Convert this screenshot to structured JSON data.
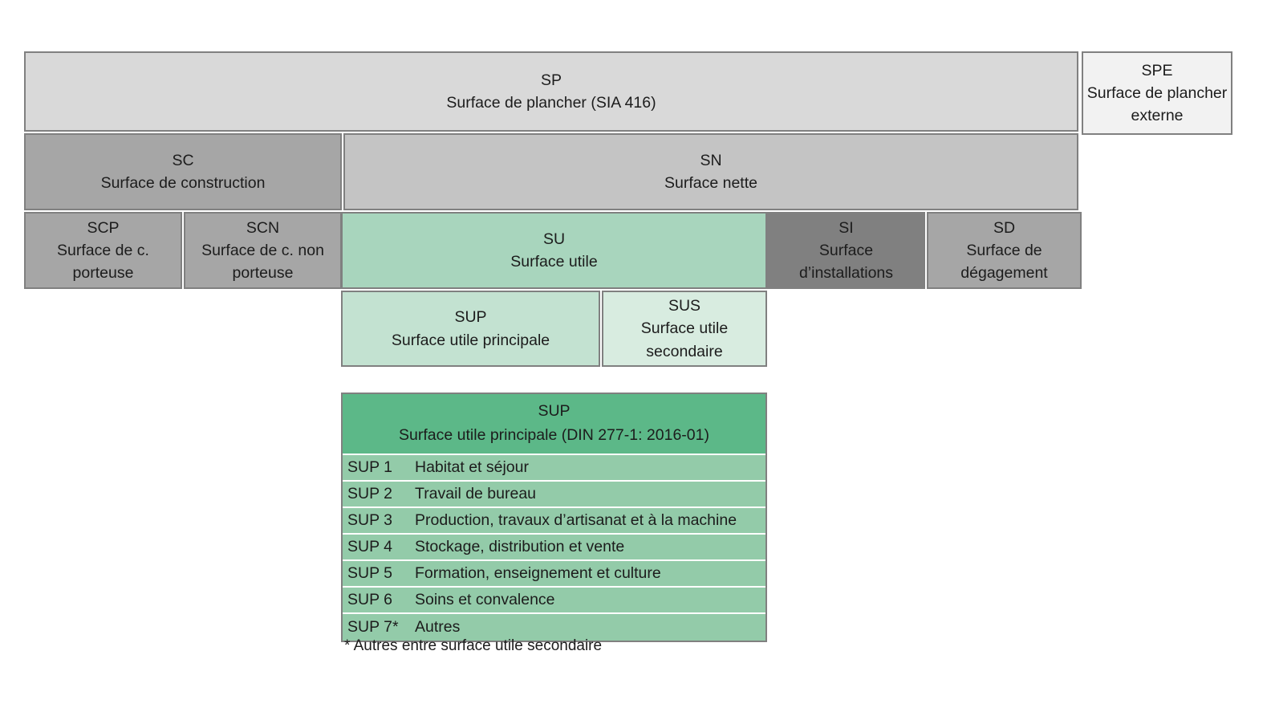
{
  "diagram": {
    "title_implicit": "Hiérarchie des surfaces SIA 416 / DIN 277-1",
    "colors": {
      "sp": "#d9d9d9",
      "spe": "#f2f2f2",
      "sc": "#a6a6a6",
      "sn": "#c4c4c4",
      "su": "#a8d5bd",
      "si": "#808080",
      "sd": "#a6a6a6",
      "sup": "#c3e2d1",
      "sus": "#d8ece0",
      "table_header_green": "#5cb888",
      "table_row_green": "#93cba9",
      "border": "#808080"
    },
    "boxes": [
      {
        "key": "sp",
        "code": "SP",
        "label": "Surface de plancher (SIA 416)"
      },
      {
        "key": "spe",
        "code": "SPE",
        "label": "Surface de plancher externe"
      },
      {
        "key": "sc",
        "code": "SC",
        "label": "Surface de construction"
      },
      {
        "key": "sn",
        "code": "SN",
        "label": "Surface nette"
      },
      {
        "key": "scp",
        "code": "SCP",
        "label": "Surface de c. porteuse"
      },
      {
        "key": "scn",
        "code": "SCN",
        "label": "Surface de c. non porteuse"
      },
      {
        "key": "su",
        "code": "SU",
        "label": "Surface utile"
      },
      {
        "key": "si",
        "code": "SI",
        "label": "Surface d’installations"
      },
      {
        "key": "sd",
        "code": "SD",
        "label": "Surface de dégagement"
      },
      {
        "key": "sup",
        "code": "SUP",
        "label": "Surface utile principale"
      },
      {
        "key": "sus",
        "code": "SUS",
        "label": "Surface utile secondaire"
      }
    ]
  },
  "sup_table": {
    "header_code": "SUP",
    "header_label": "Surface utile principale (DIN 277-1: 2016-01)",
    "rows": [
      {
        "code": "SUP 1",
        "desc": "Habitat et séjour"
      },
      {
        "code": "SUP 2",
        "desc": "Travail de bureau"
      },
      {
        "code": "SUP 3",
        "desc": "Production, travaux d’artisanat et à la machine"
      },
      {
        "code": "SUP 4",
        "desc": "Stockage, distribution et vente"
      },
      {
        "code": "SUP 5",
        "desc": "Formation, enseignement et culture"
      },
      {
        "code": "SUP 6",
        "desc": "Soins et convalence"
      },
      {
        "code": "SUP 7*",
        "desc": "Autres"
      }
    ]
  },
  "footnote": "* Autres entre surface utile secondaire"
}
